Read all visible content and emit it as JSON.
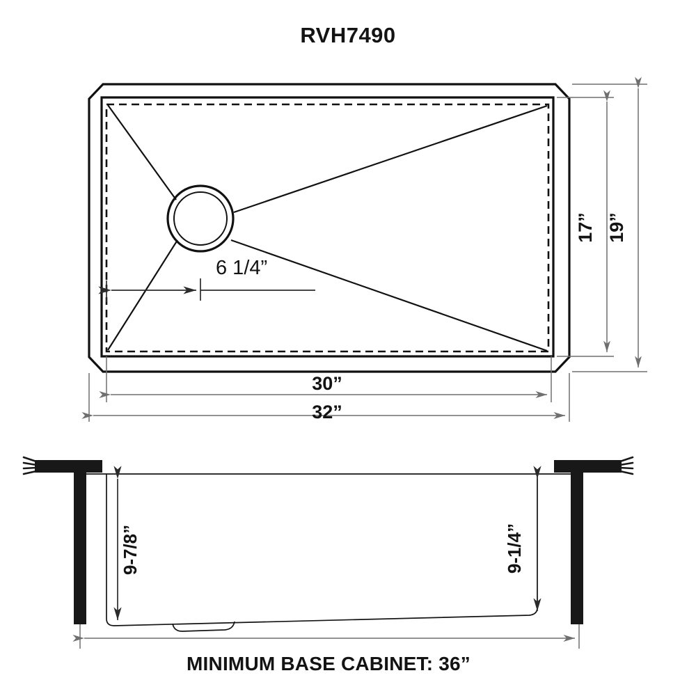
{
  "document": {
    "title": "RVH7490",
    "type": "technical-drawing",
    "subject": "undermount-kitchen-sink"
  },
  "views": {
    "top_view": {
      "name": "top-view",
      "dimensions": {
        "drain_offset_label": "6  1/4”",
        "inner_width_label": "30”",
        "outer_width_label": "32”",
        "inner_height_label": "17”",
        "outer_height_label": "19”"
      }
    },
    "section_view": {
      "name": "front-section-view",
      "dimensions": {
        "depth_left_label": "9-7/8”",
        "depth_right_label": "9-1/4”"
      },
      "caption": "MINIMUM BASE CABINET: 36”"
    }
  },
  "colors": {
    "line": "#111111",
    "dimension": "#6f6f6f",
    "solid": "#181818",
    "background": "#ffffff"
  }
}
